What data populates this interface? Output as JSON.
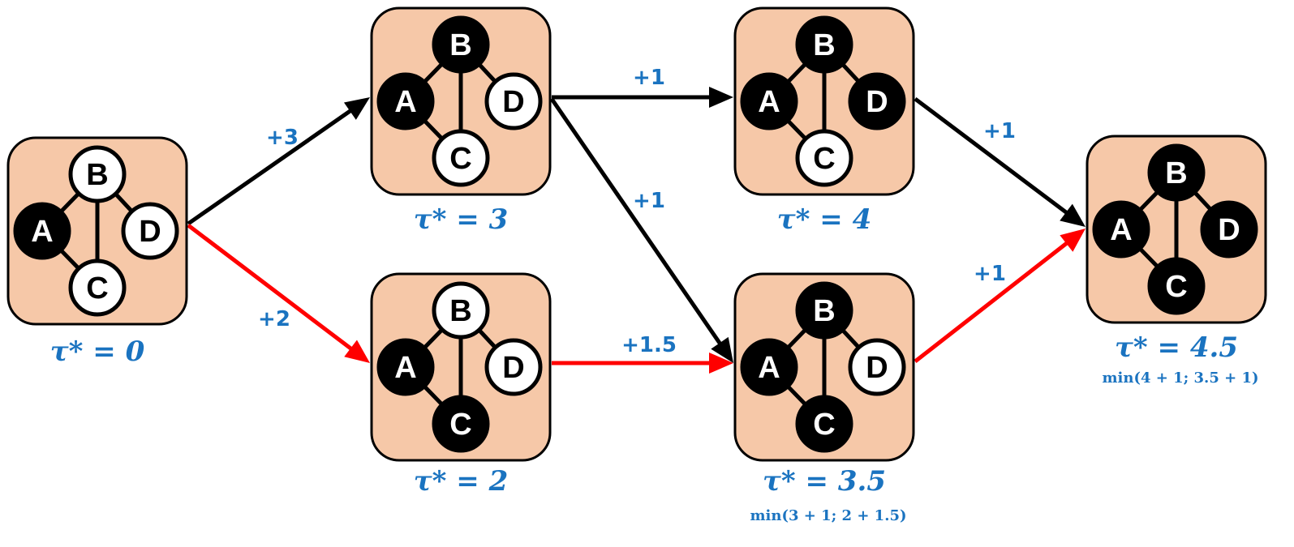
{
  "colors": {
    "box_fill": "#f6c8a8",
    "label_blue": "#1a73c0",
    "edge_black": "#000000",
    "edge_red": "#ff0000",
    "node_filled": "#000000",
    "node_empty": "#ffffff"
  },
  "states": [
    {
      "id": "s0",
      "nodes": {
        "A": "filled",
        "B": "empty",
        "C": "empty",
        "D": "empty"
      },
      "tau_text": "τ* = 0",
      "min_text": ""
    },
    {
      "id": "s1",
      "nodes": {
        "A": "filled",
        "B": "filled",
        "C": "empty",
        "D": "empty"
      },
      "tau_text": "τ* = 3",
      "min_text": ""
    },
    {
      "id": "s2",
      "nodes": {
        "A": "filled",
        "B": "empty",
        "C": "filled",
        "D": "empty"
      },
      "tau_text": "τ* = 2",
      "min_text": ""
    },
    {
      "id": "s3",
      "nodes": {
        "A": "filled",
        "B": "filled",
        "C": "empty",
        "D": "filled"
      },
      "tau_text": "τ* = 4",
      "min_text": ""
    },
    {
      "id": "s4",
      "nodes": {
        "A": "filled",
        "B": "filled",
        "C": "filled",
        "D": "empty"
      },
      "tau_text": "τ* = 3.5",
      "min_text": "min(3 + 1;  2 + 1.5)"
    },
    {
      "id": "s5",
      "nodes": {
        "A": "filled",
        "B": "filled",
        "C": "filled",
        "D": "filled"
      },
      "tau_text": "τ* = 4.5",
      "min_text": "min(4 + 1;  3.5 + 1)"
    }
  ],
  "transitions": [
    {
      "from": "s0",
      "to": "s1",
      "weight": "+3",
      "color": "black"
    },
    {
      "from": "s0",
      "to": "s2",
      "weight": "+2",
      "color": "red"
    },
    {
      "from": "s1",
      "to": "s3",
      "weight": "+1",
      "color": "black"
    },
    {
      "from": "s1",
      "to": "s4",
      "weight": "+1",
      "color": "black"
    },
    {
      "from": "s2",
      "to": "s4",
      "weight": "+1.5",
      "color": "red"
    },
    {
      "from": "s3",
      "to": "s5",
      "weight": "+1",
      "color": "black"
    },
    {
      "from": "s4",
      "to": "s5",
      "weight": "+1",
      "color": "red"
    }
  ]
}
